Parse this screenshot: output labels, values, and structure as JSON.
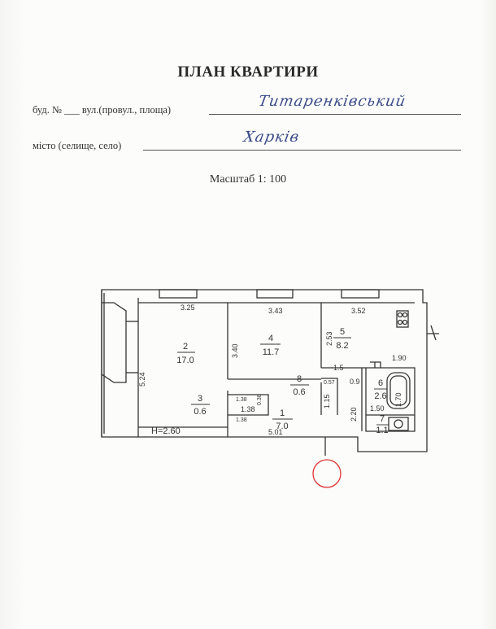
{
  "document": {
    "title": "ПЛАН КВАРТИРИ",
    "street_label": "буд. № ___ вул.(провул., площа)",
    "street_value": "Титаренківський",
    "city_label": "місто (селище, село)",
    "city_value": "Харків",
    "scale": "Масштаб 1: 100"
  },
  "plan": {
    "rooms": [
      {
        "number": "2",
        "area": "17.0"
      },
      {
        "number": "4",
        "area": "11.7"
      },
      {
        "number": "5",
        "area": "8.2"
      },
      {
        "number": "3",
        "area": "0.6"
      },
      {
        "number": "8",
        "area": "0.6"
      },
      {
        "number": "1",
        "area": "7.0"
      },
      {
        "number": "6",
        "area": "2.6"
      },
      {
        "number": "7",
        "area": "1.1"
      }
    ],
    "dimensions": [
      "3.25",
      "3.43",
      "3.52",
      "5.24",
      "3.40",
      "2.53",
      "1.90",
      "1.5",
      "0.57",
      "0.9",
      "1.70",
      "1.50",
      "2.20",
      "1.15",
      "1.38",
      "1.38",
      "1.38",
      "0.38",
      "5.01"
    ],
    "height": "H=2.60"
  }
}
